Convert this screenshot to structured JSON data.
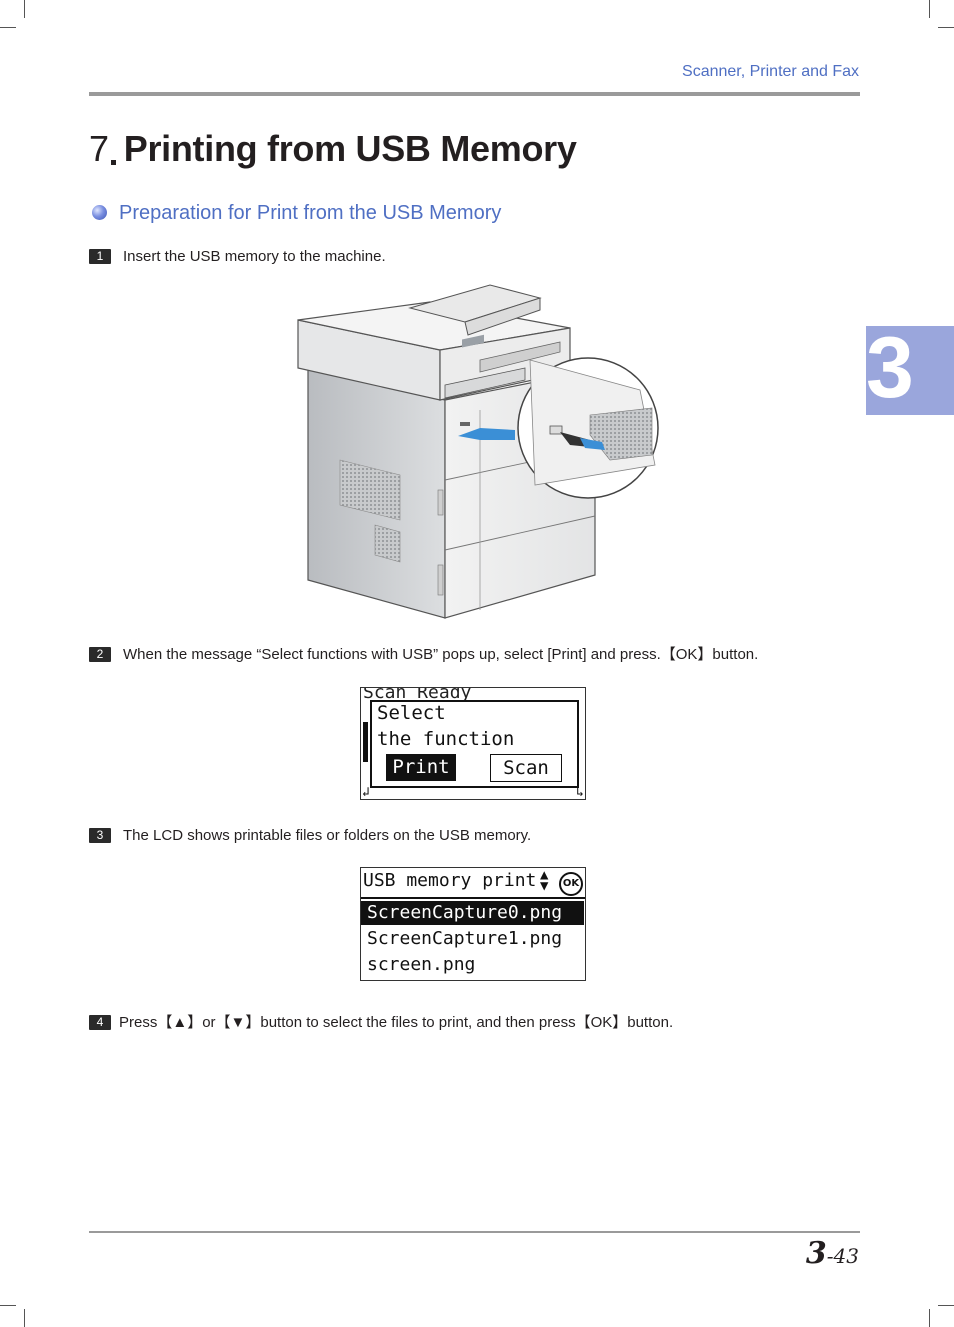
{
  "header": {
    "section_name": "Scanner, Printer and Fax"
  },
  "chapter": {
    "number": "7",
    "title": "Printing from USB Memory"
  },
  "section": {
    "heading": "Preparation for Print from the USB Memory"
  },
  "steps": [
    {
      "num": "1",
      "text": "Insert the USB memory to the machine."
    },
    {
      "num": "2",
      "text": "When the message “Select functions with USB” pops up, select [Print] and press.【OK】button."
    },
    {
      "num": "3",
      "text": "The LCD shows printable files or folders on the USB memory."
    },
    {
      "num": "4",
      "text": "Press【▲】or【▼】button to select the files to print, and then press【OK】button."
    }
  ],
  "lcd_select": {
    "background_text": "Scan Ready",
    "line1": "Select",
    "line2": "the function",
    "print_button": "Print",
    "scan_button": "Scan"
  },
  "lcd_usb": {
    "title": "USB memory print",
    "ok_label": "OK",
    "files": [
      "ScreenCapture0.png",
      "ScreenCapture1.png",
      "screen.png"
    ]
  },
  "side_tab": {
    "label": "3"
  },
  "footer": {
    "page_major": "3",
    "page_minor": "-43"
  },
  "colors": {
    "accent": "#4f6fc3",
    "tab": "#9aa6dc"
  }
}
